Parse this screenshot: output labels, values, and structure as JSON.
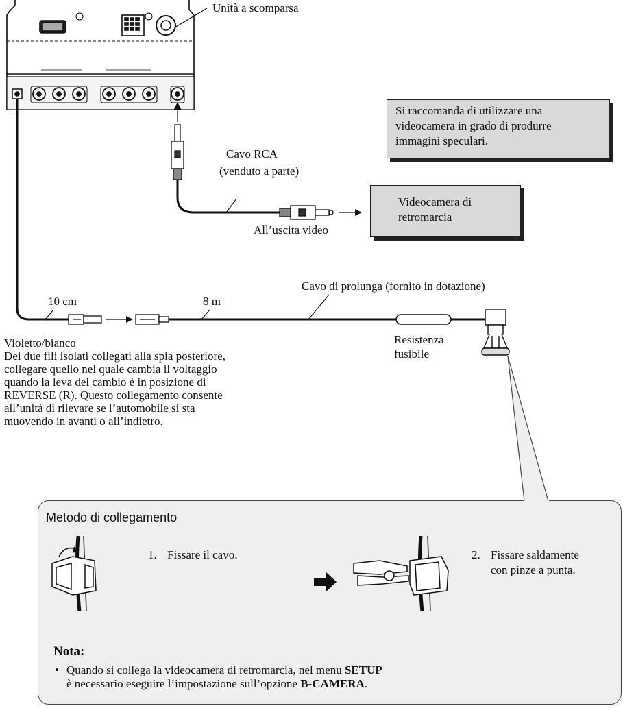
{
  "labels": {
    "unit": "Unità a scomparsa",
    "rca_cable": "Cavo RCA",
    "rca_sold_separately": "(venduto a parte)",
    "video_output": "All’uscita video",
    "extension_cable": "Cavo di prolunga (fornito in dotazione)",
    "length_10cm": "10 cm",
    "length_8m": "8 m",
    "fuse_resistor_1": "Resistenza",
    "fuse_resistor_2": "fusibile"
  },
  "recommend_box": {
    "line1": "Si raccomanda di utilizzare una",
    "line2": "videocamera in grado di produrre",
    "line3": "immagini speculari."
  },
  "camera_box": {
    "line1": "Videocamera di",
    "line2": "retromarcia"
  },
  "wire_description": {
    "color": "Violetto/bianco",
    "line1": "Dei due fili isolati collegati alla spia posteriore,",
    "line2": "collegare quello nel quale cambia il voltaggio",
    "line3": "quando la leva del cambio è in posizione di",
    "line4": "REVERSE (R). Questo collegamento consente",
    "line5": "all’unità di rilevare se l’automobile si sta",
    "line6": "muovendo in avanti o all’indietro."
  },
  "method": {
    "title": "Metodo di collegamento",
    "step1_num": "1.",
    "step1_text": "Fissare il cavo.",
    "step2_num": "2.",
    "step2_line1": "Fissare saldamente",
    "step2_line2": "con pinze a punta."
  },
  "nota": {
    "title": "Nota:",
    "bullet": "•",
    "text_a": "Quando si collega la videocamera di retromarcia, nel menu ",
    "setup": "SETUP",
    "text_b": "è necessario eseguire l’impostazione sull’opzione ",
    "bcamera": "B-CAMERA",
    "text_c": "."
  },
  "colors": {
    "box_fill": "#d9d9d9",
    "panel_fill": "#efefef",
    "line": "#111111"
  }
}
